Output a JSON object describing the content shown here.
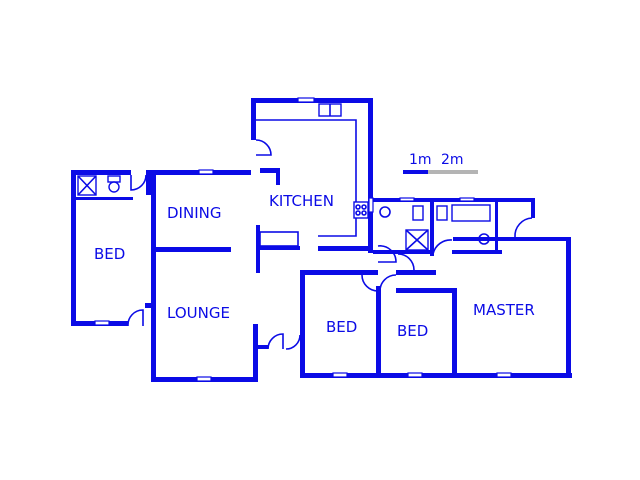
{
  "colors": {
    "wall": "#0b0be6",
    "background": "#ffffff",
    "scale_grey": "#b4b4b4"
  },
  "scale": {
    "label_1m": "1m",
    "label_2m": "2m"
  },
  "rooms": [
    {
      "id": "bed-left",
      "label": "BED"
    },
    {
      "id": "dining",
      "label": "DINING"
    },
    {
      "id": "kitchen",
      "label": "KITCHEN"
    },
    {
      "id": "lounge",
      "label": "LOUNGE"
    },
    {
      "id": "bed-middle",
      "label": "BED"
    },
    {
      "id": "bed-right",
      "label": "BED"
    },
    {
      "id": "master",
      "label": "MASTER"
    }
  ]
}
